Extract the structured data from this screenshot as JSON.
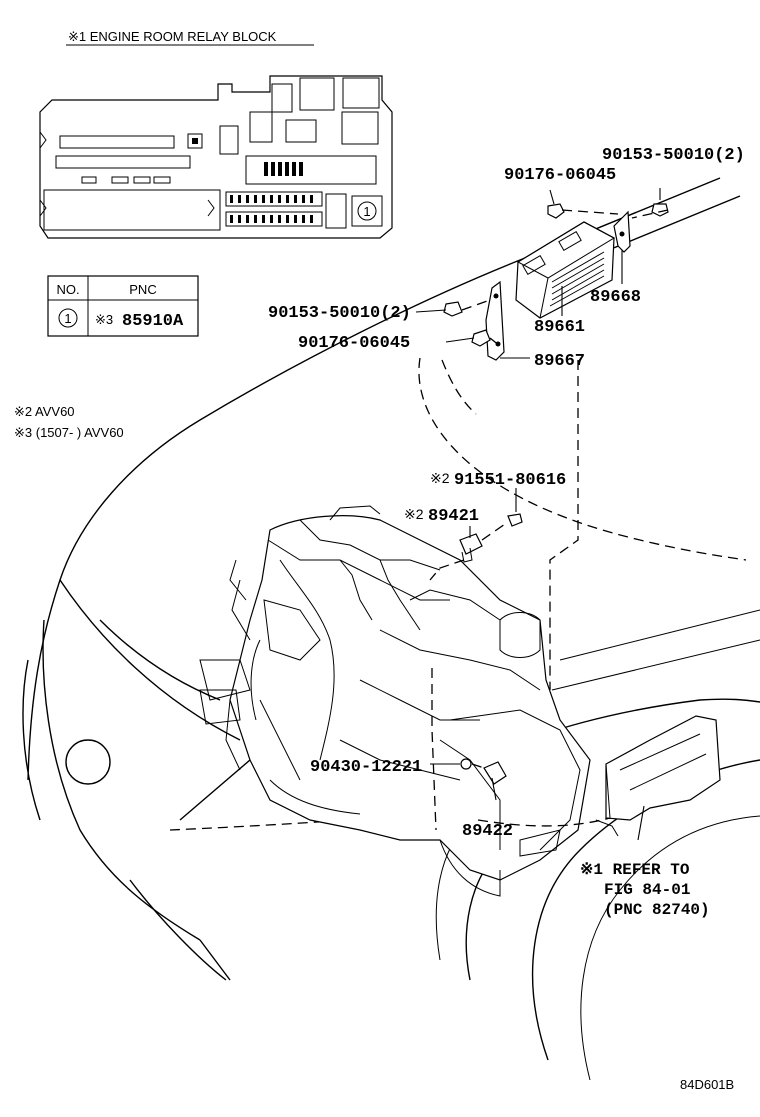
{
  "relay_block": {
    "title": "※1  ENGINE ROOM RELAY BLOCK",
    "marker": "1"
  },
  "pnc_table": {
    "header_no": "NO.",
    "header_pnc": "PNC",
    "row_no": "1",
    "row_note": "※3",
    "row_pnc": "85910A"
  },
  "notes": {
    "note2": "※2 AVV60",
    "note3": "※3 (1507-        ) AVV60"
  },
  "parts": {
    "p_90153_top": "90153-50010(2)",
    "p_90176_top": "90176-06045",
    "p_89668": "89668",
    "p_90153_mid": "90153-50010(2)",
    "p_89661": "89661",
    "p_90176_mid": "90176-06045",
    "p_89667": "89667",
    "p_91551_note": "※2",
    "p_91551": "91551-80616",
    "p_89421_note": "※2",
    "p_89421": "89421",
    "p_90430": "90430-12221",
    "p_89422": "89422"
  },
  "refer": {
    "line1": "※1 REFER TO",
    "line2": "FIG 84-01",
    "line3": "(PNC 82740)"
  },
  "figure_code": "84D601B"
}
